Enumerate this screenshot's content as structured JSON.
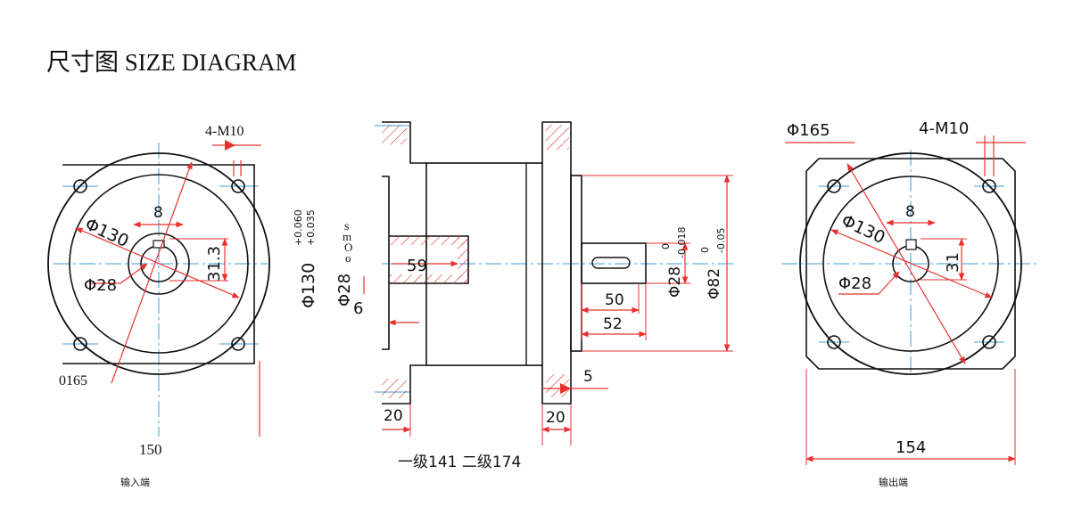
{
  "title": "尺寸图 SIZE DIAGRAM",
  "input_view": {
    "caption": "输入端",
    "labels": {
      "bolt": "4-M10",
      "pcd": "Φ130",
      "key_width": "8",
      "key_height": "31.3",
      "bore": "Φ28",
      "outer": "0165",
      "width": "150"
    }
  },
  "side_view": {
    "labels": {
      "pilot": "Φ130",
      "pilot_tol_upper": "+0.060",
      "pilot_tol_lower": "+0.035",
      "stray_s": "s",
      "stray_m": "m",
      "stray_o1": "O",
      "stray_o2": "o",
      "input_bore": "Φ28",
      "input_key": "6",
      "input_depth": "59",
      "shaft_dia": "Φ28",
      "shaft_tol_upper": "0",
      "shaft_tol_lower": "-0.018",
      "spigot_dia": "Φ82",
      "spigot_tol_upper": "0",
      "spigot_tol_lower": "-0.05",
      "key_len": "50",
      "shaft_len": "52",
      "flange_gap": "5",
      "flange_left": "20",
      "flange_right": "20",
      "total_len": "一级141 二级174"
    }
  },
  "output_view": {
    "caption": "输出端",
    "labels": {
      "pcd": "Φ165",
      "bolt": "4-M10",
      "key_width": "8",
      "circle": "Φ130",
      "key_height": "31",
      "bore": "Φ28",
      "width": "154"
    }
  },
  "colors": {
    "line": "#111111",
    "dimension": "#e8312f",
    "center": "#3a9fd8"
  }
}
